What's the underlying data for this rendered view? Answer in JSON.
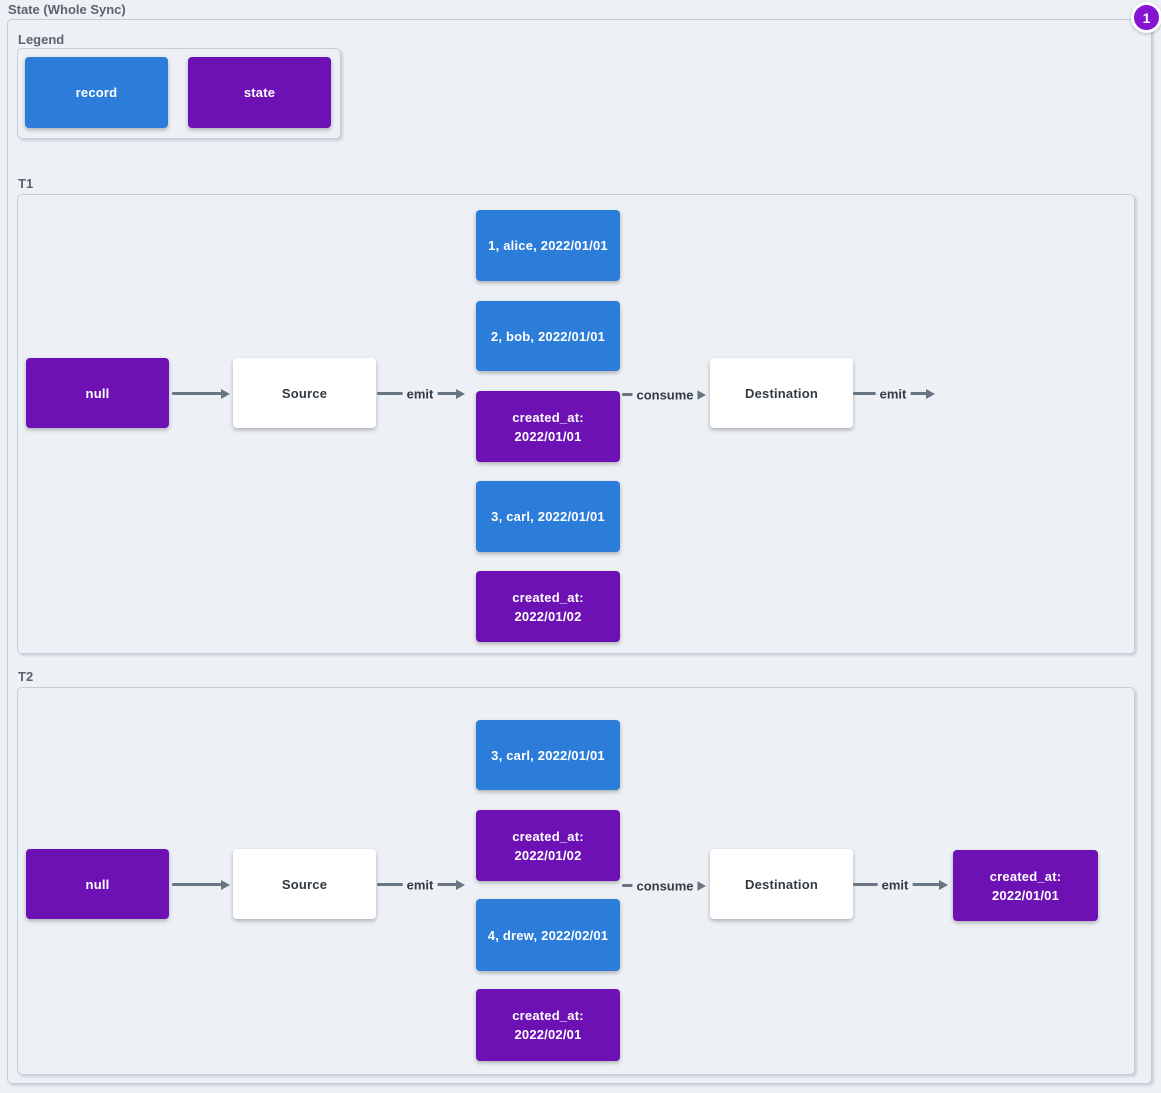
{
  "diagram": {
    "title": "State (Whole Sync)",
    "badge": "1",
    "colors": {
      "record": "#2b7dd9",
      "state": "#6d11b4",
      "badge_fill": "#8414d2",
      "edge": "#6a7584",
      "background": "#edf1f5"
    }
  },
  "legend": {
    "label": "Legend",
    "items": [
      {
        "type": "record",
        "label": "record"
      },
      {
        "type": "state",
        "label": "state"
      }
    ]
  },
  "timelines": {
    "t1": {
      "label": "T1",
      "null_label": "null",
      "source_label": "Source",
      "destination_label": "Destination",
      "edge_emit": "emit",
      "edge_consume": "consume",
      "edge_emit_out": "emit",
      "records": [
        {
          "type": "record",
          "text": "1, alice, 2022/01/01"
        },
        {
          "type": "record",
          "text": "2, bob, 2022/01/01"
        },
        {
          "type": "state",
          "text": "created_at:\n2022/01/01"
        },
        {
          "type": "record",
          "text": "3, carl, 2022/01/01"
        },
        {
          "type": "state",
          "text": "created_at:\n2022/01/02"
        }
      ]
    },
    "t2": {
      "label": "T2",
      "null_label": "null",
      "source_label": "Source",
      "destination_label": "Destination",
      "edge_emit": "emit",
      "edge_consume": "consume",
      "edge_emit_out": "emit",
      "records": [
        {
          "type": "record",
          "text": "3, carl, 2022/01/01"
        },
        {
          "type": "state",
          "text": "created_at:\n2022/01/02"
        },
        {
          "type": "record",
          "text": "4, drew, 2022/02/01"
        },
        {
          "type": "state",
          "text": "created_at:\n2022/02/01"
        }
      ],
      "output_state": "created_at:\n2022/01/01"
    }
  }
}
